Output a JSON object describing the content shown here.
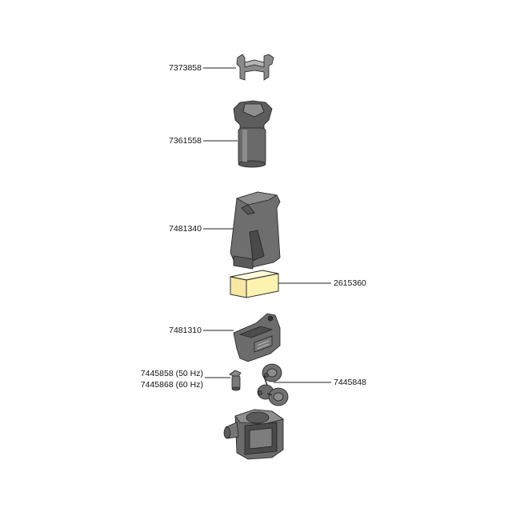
{
  "parts": {
    "clip": "7373858",
    "tube": "7361558",
    "filter_housing": "7481340",
    "sponge": "2615360",
    "bracket": "7481310",
    "impeller_50": "7445858 (50 Hz)",
    "impeller_60": "7445868 (60 Hz)",
    "suction_cups": "7445848"
  },
  "colors": {
    "part_gray": "#6b6b6b",
    "sponge": "#fdf3b0",
    "outline": "#222222"
  }
}
